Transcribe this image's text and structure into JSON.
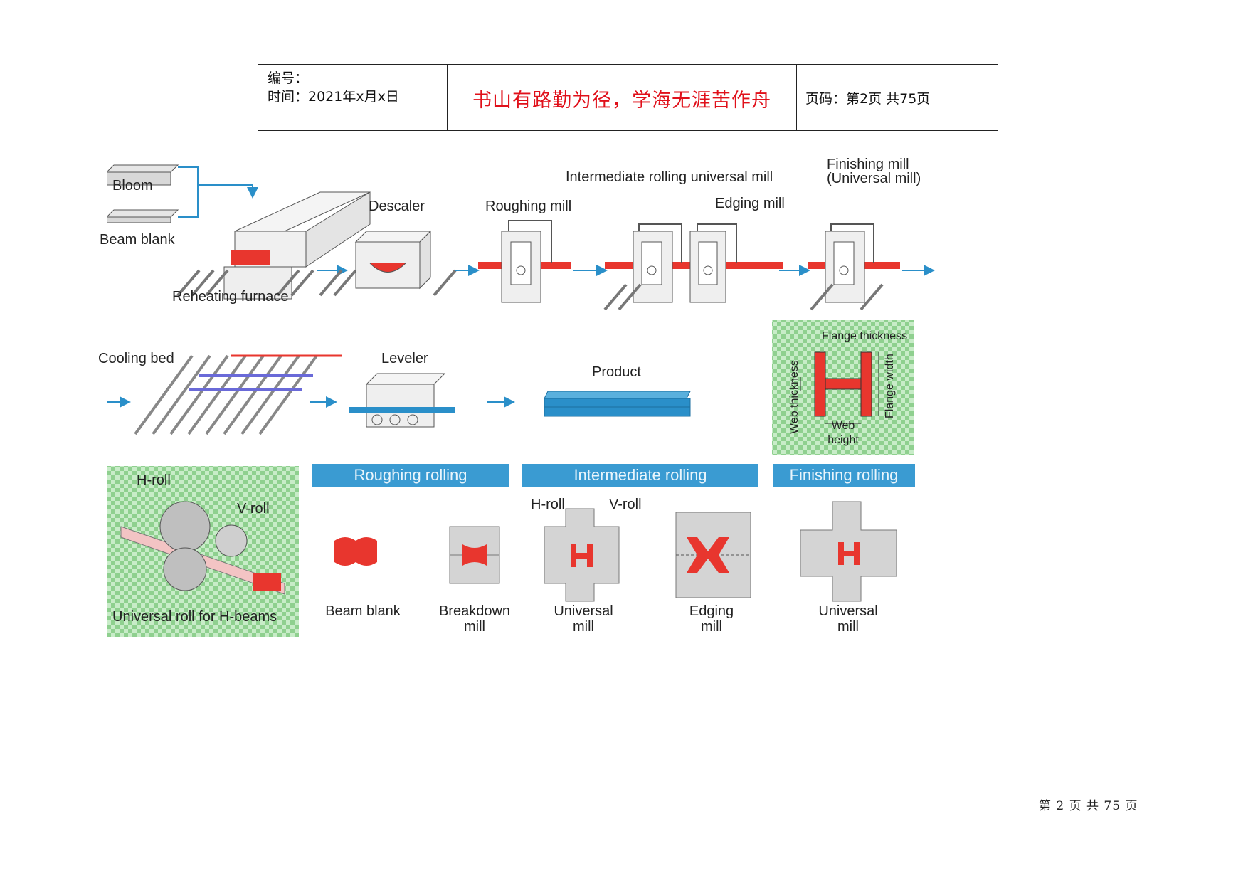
{
  "header": {
    "number_label": "编号：",
    "time_label": "时间：2021年x月x日",
    "motto": "书山有路勤为径，学海无涯苦作舟",
    "page_label": "页码：第2页 共75页"
  },
  "diagram": {
    "bloom": "Bloom",
    "beam_blank_top": "Beam blank",
    "reheating_furnace": "Reheating furnace",
    "descaler": "Descaler",
    "roughing_mill": "Roughing mill",
    "intermediate_mill": "Intermediate rolling universal mill",
    "edging_mill": "Edging mill",
    "finishing_mill_1": "Finishing mill",
    "finishing_mill_2": "(Universal mill)",
    "cooling_bed": "Cooling bed",
    "leveler": "Leveler",
    "product": "Product",
    "flange_thickness": "Flange thickness",
    "web_thickness": "Web thickness",
    "flange_width": "Flange width",
    "web_height_1": "Web",
    "web_height_2": "height",
    "h_roll": "H-roll",
    "v_roll": "V-roll",
    "universal_roll_caption": "Universal roll for H-beams",
    "banner_roughing": "Roughing rolling",
    "banner_intermediate": "Intermediate rolling",
    "banner_finishing": "Finishing rolling",
    "beam_blank_bottom": "Beam blank",
    "breakdown_1": "Breakdown",
    "breakdown_2": "mill",
    "universal_1": "Universal",
    "universal_2": "mill",
    "h_roll_2": "H-roll",
    "v_roll_2": "V-roll",
    "edging_1": "Edging",
    "edging_2": "mill",
    "universal_f1": "Universal",
    "universal_f2": "mill",
    "colors": {
      "accent_red": "#e8362e",
      "accent_blue": "#3a9bd2",
      "steel_blue": "#2a8fc9",
      "green_check": "#9dd89d"
    }
  },
  "footer": {
    "page_text": "第 2 页 共 75 页"
  }
}
